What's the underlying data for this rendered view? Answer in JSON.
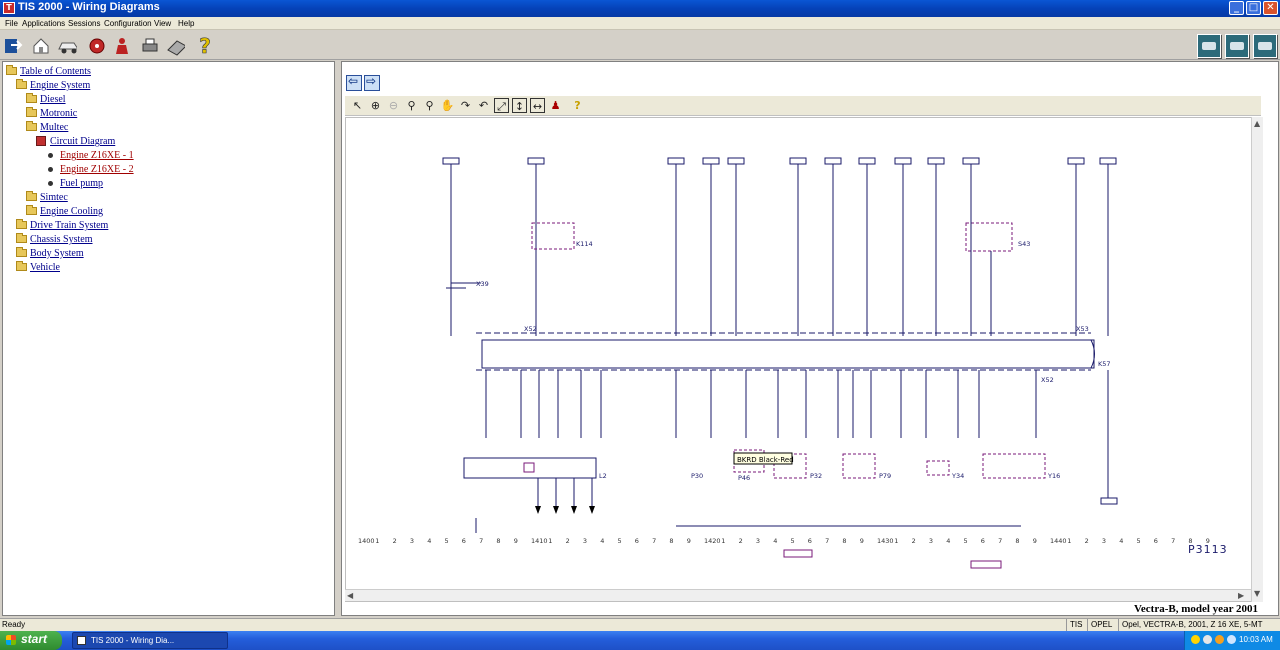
{
  "window": {
    "title": "TIS 2000 - Wiring Diagrams",
    "min": "_",
    "max": "□",
    "close": "✕"
  },
  "menu": [
    "File",
    "Applications",
    "Sessions",
    "Configuration",
    "View",
    "Help"
  ],
  "toolbar_icons": [
    "exit-icon",
    "home-icon",
    "car-icon",
    "disc-icon",
    "person-icon",
    "printer-icon",
    "keyboard-icon",
    "help-icon"
  ],
  "toc": [
    {
      "label": "Table of Contents",
      "depth": 0,
      "kind": "folder"
    },
    {
      "label": "Engine System",
      "depth": 1,
      "kind": "folder"
    },
    {
      "label": "Diesel",
      "depth": 2,
      "kind": "folder"
    },
    {
      "label": "Motronic",
      "depth": 2,
      "kind": "folder"
    },
    {
      "label": "Multec",
      "depth": 2,
      "kind": "folder"
    },
    {
      "label": "Circuit Diagram",
      "depth": 3,
      "kind": "book"
    },
    {
      "label": "Engine Z16XE - 1",
      "depth": 4,
      "kind": "bullet",
      "red": true
    },
    {
      "label": "Engine Z16XE - 2",
      "depth": 4,
      "kind": "bullet",
      "red": true
    },
    {
      "label": "Fuel pump",
      "depth": 4,
      "kind": "bullet"
    },
    {
      "label": "Simtec",
      "depth": 2,
      "kind": "folder"
    },
    {
      "label": "Engine Cooling",
      "depth": 2,
      "kind": "folder"
    },
    {
      "label": "Drive Train System",
      "depth": 1,
      "kind": "folder"
    },
    {
      "label": "Chassis System",
      "depth": 1,
      "kind": "folder"
    },
    {
      "label": "Body System",
      "depth": 1,
      "kind": "folder"
    },
    {
      "label": "Vehicle",
      "depth": 1,
      "kind": "folder"
    }
  ],
  "viewer": {
    "caption": "Vectra-B, model year 2001",
    "diagram_id": "P3113",
    "tooltip": "BKRD Black-Red"
  },
  "diagram": {
    "scale_labels": [
      "1400",
      "1",
      "2",
      "3",
      "4",
      "5",
      "6",
      "7",
      "8",
      "9",
      "1410",
      "1",
      "2",
      "3",
      "4",
      "5",
      "6",
      "7",
      "8",
      "9",
      "1420",
      "1",
      "2",
      "3",
      "4",
      "5",
      "6",
      "7",
      "8",
      "9",
      "1430",
      "1",
      "2",
      "3",
      "4",
      "5",
      "6",
      "7",
      "8",
      "9",
      "1440",
      "1",
      "2",
      "3",
      "4",
      "5",
      "6",
      "7",
      "8",
      "9"
    ],
    "components": [
      "K114",
      "X39",
      "X52",
      "X53",
      "K57",
      "L2",
      "P30",
      "P46",
      "P32",
      "P79",
      "Y34",
      "Y16",
      "S43"
    ]
  },
  "status": {
    "left": "Ready",
    "f1": "TIS",
    "f2": "OPEL",
    "f3": "Opel, VECTRA-B, 2001, Z 16 XE, 5-MT"
  },
  "taskbar": {
    "start": "start",
    "item": "TIS 2000 - Wiring Dia...",
    "clock": "10:03 AM"
  }
}
